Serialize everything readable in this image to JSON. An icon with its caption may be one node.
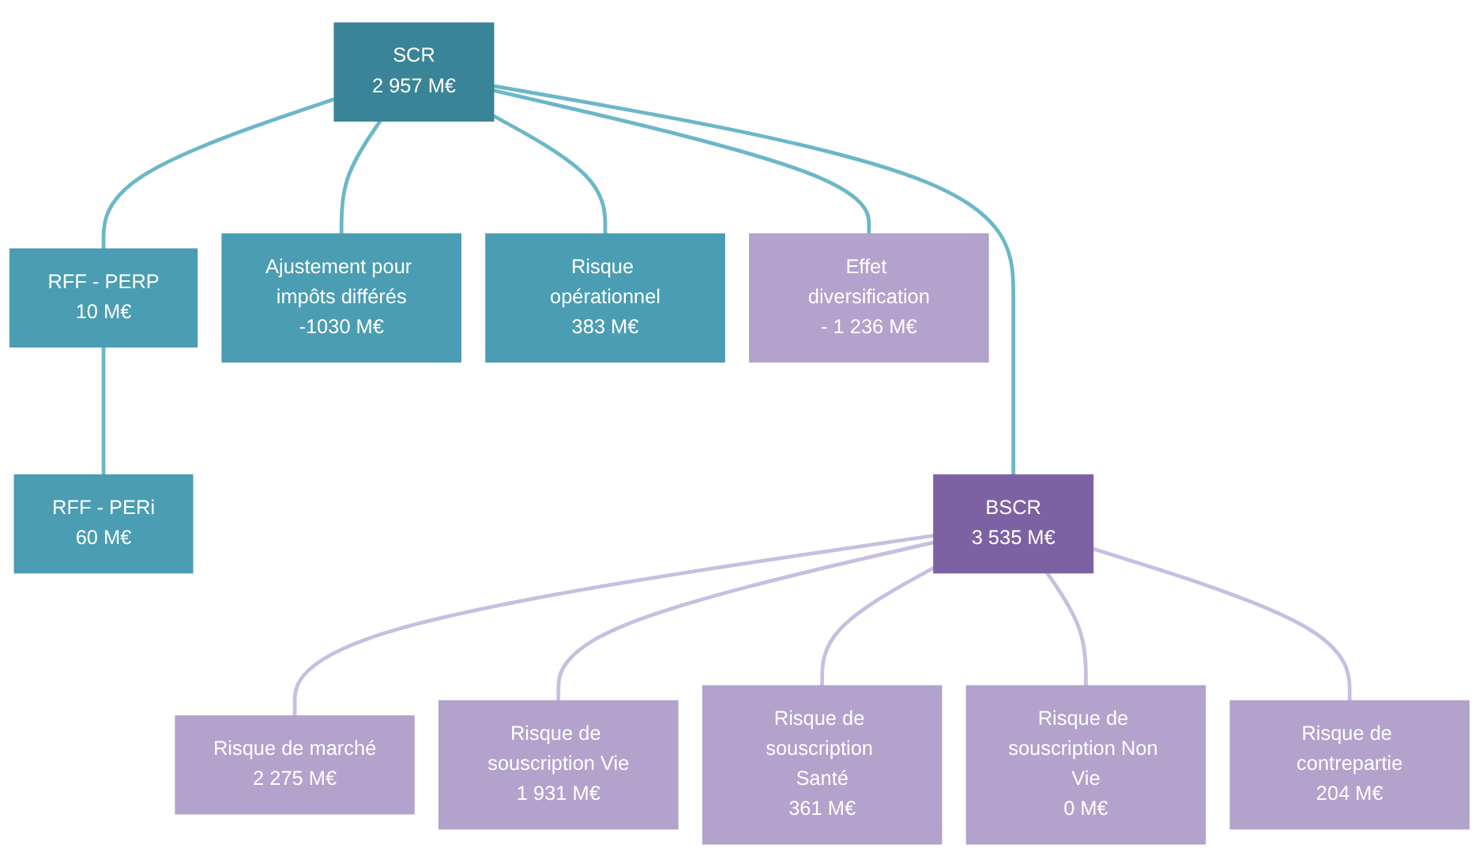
{
  "diagram": {
    "nodes": [
      {
        "text": [
          "SCR",
          "2 957 M€"
        ]
      },
      {
        "text": [
          "RFF - PERP",
          "10 M€"
        ]
      },
      {
        "text": [
          "RFF - PERi",
          "60 M€"
        ]
      },
      {
        "text": [
          "Ajustement pour impôts différés",
          "-1030 M€"
        ]
      },
      {
        "text": [
          "Risque opérationnel",
          "383 M€"
        ]
      },
      {
        "text": [
          "BSCR",
          "3 535 M€"
        ]
      },
      {
        "text": [
          "Effet diversification",
          "- 1 236 M€"
        ]
      },
      {
        "text": [
          "Risque de marché",
          "2 275 M€"
        ]
      },
      {
        "text": [
          "Risque de souscription Vie",
          "1 931 M€"
        ]
      },
      {
        "text": [
          "Risque de souscription Santé",
          "361 M€"
        ]
      },
      {
        "text": [
          "Risque de souscription Non Vie",
          "0 M€"
        ]
      },
      {
        "text": [
          "Risque de contrepartie",
          "204 M€"
        ]
      }
    ],
    "edges": [
      {
        "from": 0,
        "to": 1,
        "arrow": "none"
      },
      {
        "from": 1,
        "to": 2,
        "arrow": "none"
      },
      {
        "from": 0,
        "to": 3,
        "arrow": "none"
      },
      {
        "from": 0,
        "to": 4,
        "arrow": "none"
      },
      {
        "from": 0,
        "to": 5,
        "arrow": "none"
      },
      {
        "from": 0,
        "to": 6,
        "arrow": "none"
      },
      {
        "from": 5,
        "to": 7,
        "arrow": "none",
        "color": "#c9bedf"
      },
      {
        "from": 5,
        "to": 8,
        "arrow": "none",
        "color": "#c9bedf"
      },
      {
        "from": 5,
        "to": 9,
        "arrow": "none",
        "color": "#c9bedf"
      },
      {
        "from": 5,
        "to": 10,
        "arrow": "none",
        "color": "#c9bedf"
      },
      {
        "from": 5,
        "to": 11,
        "arrow": "none",
        "color": "#c9bedf"
      }
    ]
  }
}
